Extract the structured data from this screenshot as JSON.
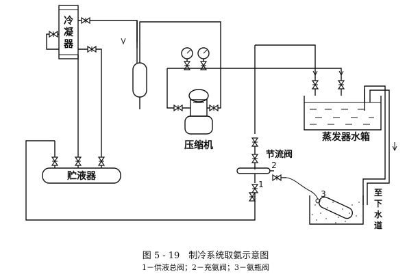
{
  "labels": {
    "condenser_1": "冷",
    "condenser_2": "凝",
    "condenser_3": "器",
    "compressor": "压缩机",
    "throttle_valve": "节流阀",
    "evaporator_tank": "蒸发器水箱",
    "receiver": "贮液器",
    "drain_1": "至",
    "drain_2": "下",
    "drain_3": "水",
    "drain_4": "道",
    "valve_1": "1",
    "valve_2": "2",
    "valve_3": "3"
  },
  "caption": {
    "title": "图 5 - 19　制冷系统取氨示意图",
    "legend": "1－供液总阀；2－充氨阀；3－氨瓶阀"
  }
}
